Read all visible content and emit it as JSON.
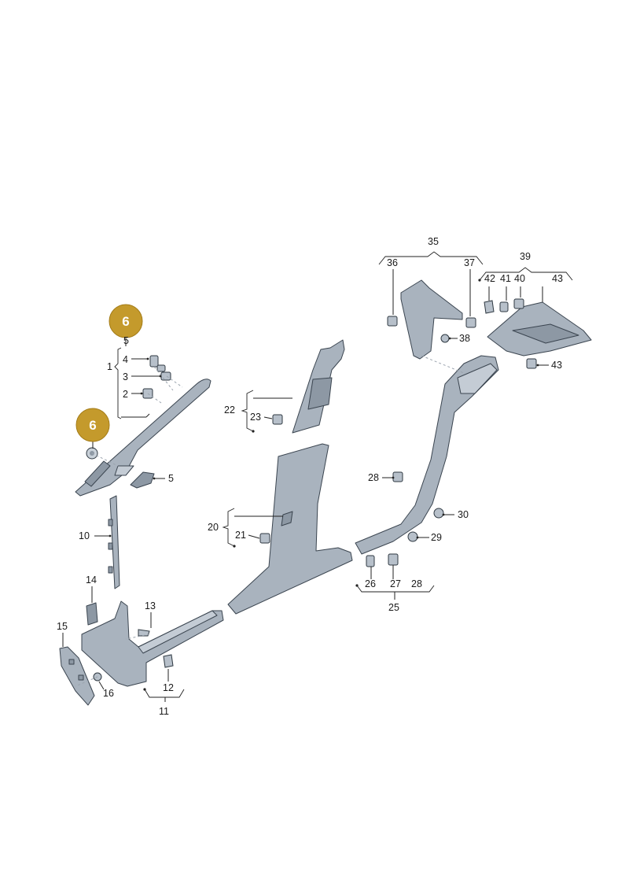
{
  "diagram": {
    "callouts": {
      "c1": "1",
      "c2": "2",
      "c3": "3",
      "c4": "4",
      "c5a": "5",
      "c5b": "5",
      "c10": "10",
      "c11": "11",
      "c12": "12",
      "c13": "13",
      "c14": "14",
      "c15": "15",
      "c16": "16",
      "c20": "20",
      "c21": "21",
      "c22": "22",
      "c23": "23",
      "c25": "25",
      "c26": "26",
      "c27": "27",
      "c28a": "28",
      "c28b": "28",
      "c29": "29",
      "c30": "30",
      "c35": "35",
      "c36": "36",
      "c37": "37",
      "c38": "38",
      "c39": "39",
      "c40": "40",
      "c41": "41",
      "c42": "42",
      "c43a": "43",
      "c43b": "43"
    },
    "badges": {
      "upper": "6",
      "lower": "6"
    },
    "colors": {
      "badge": "#c49a2c",
      "part": "#a9b3be",
      "outline": "#3b4550"
    }
  }
}
